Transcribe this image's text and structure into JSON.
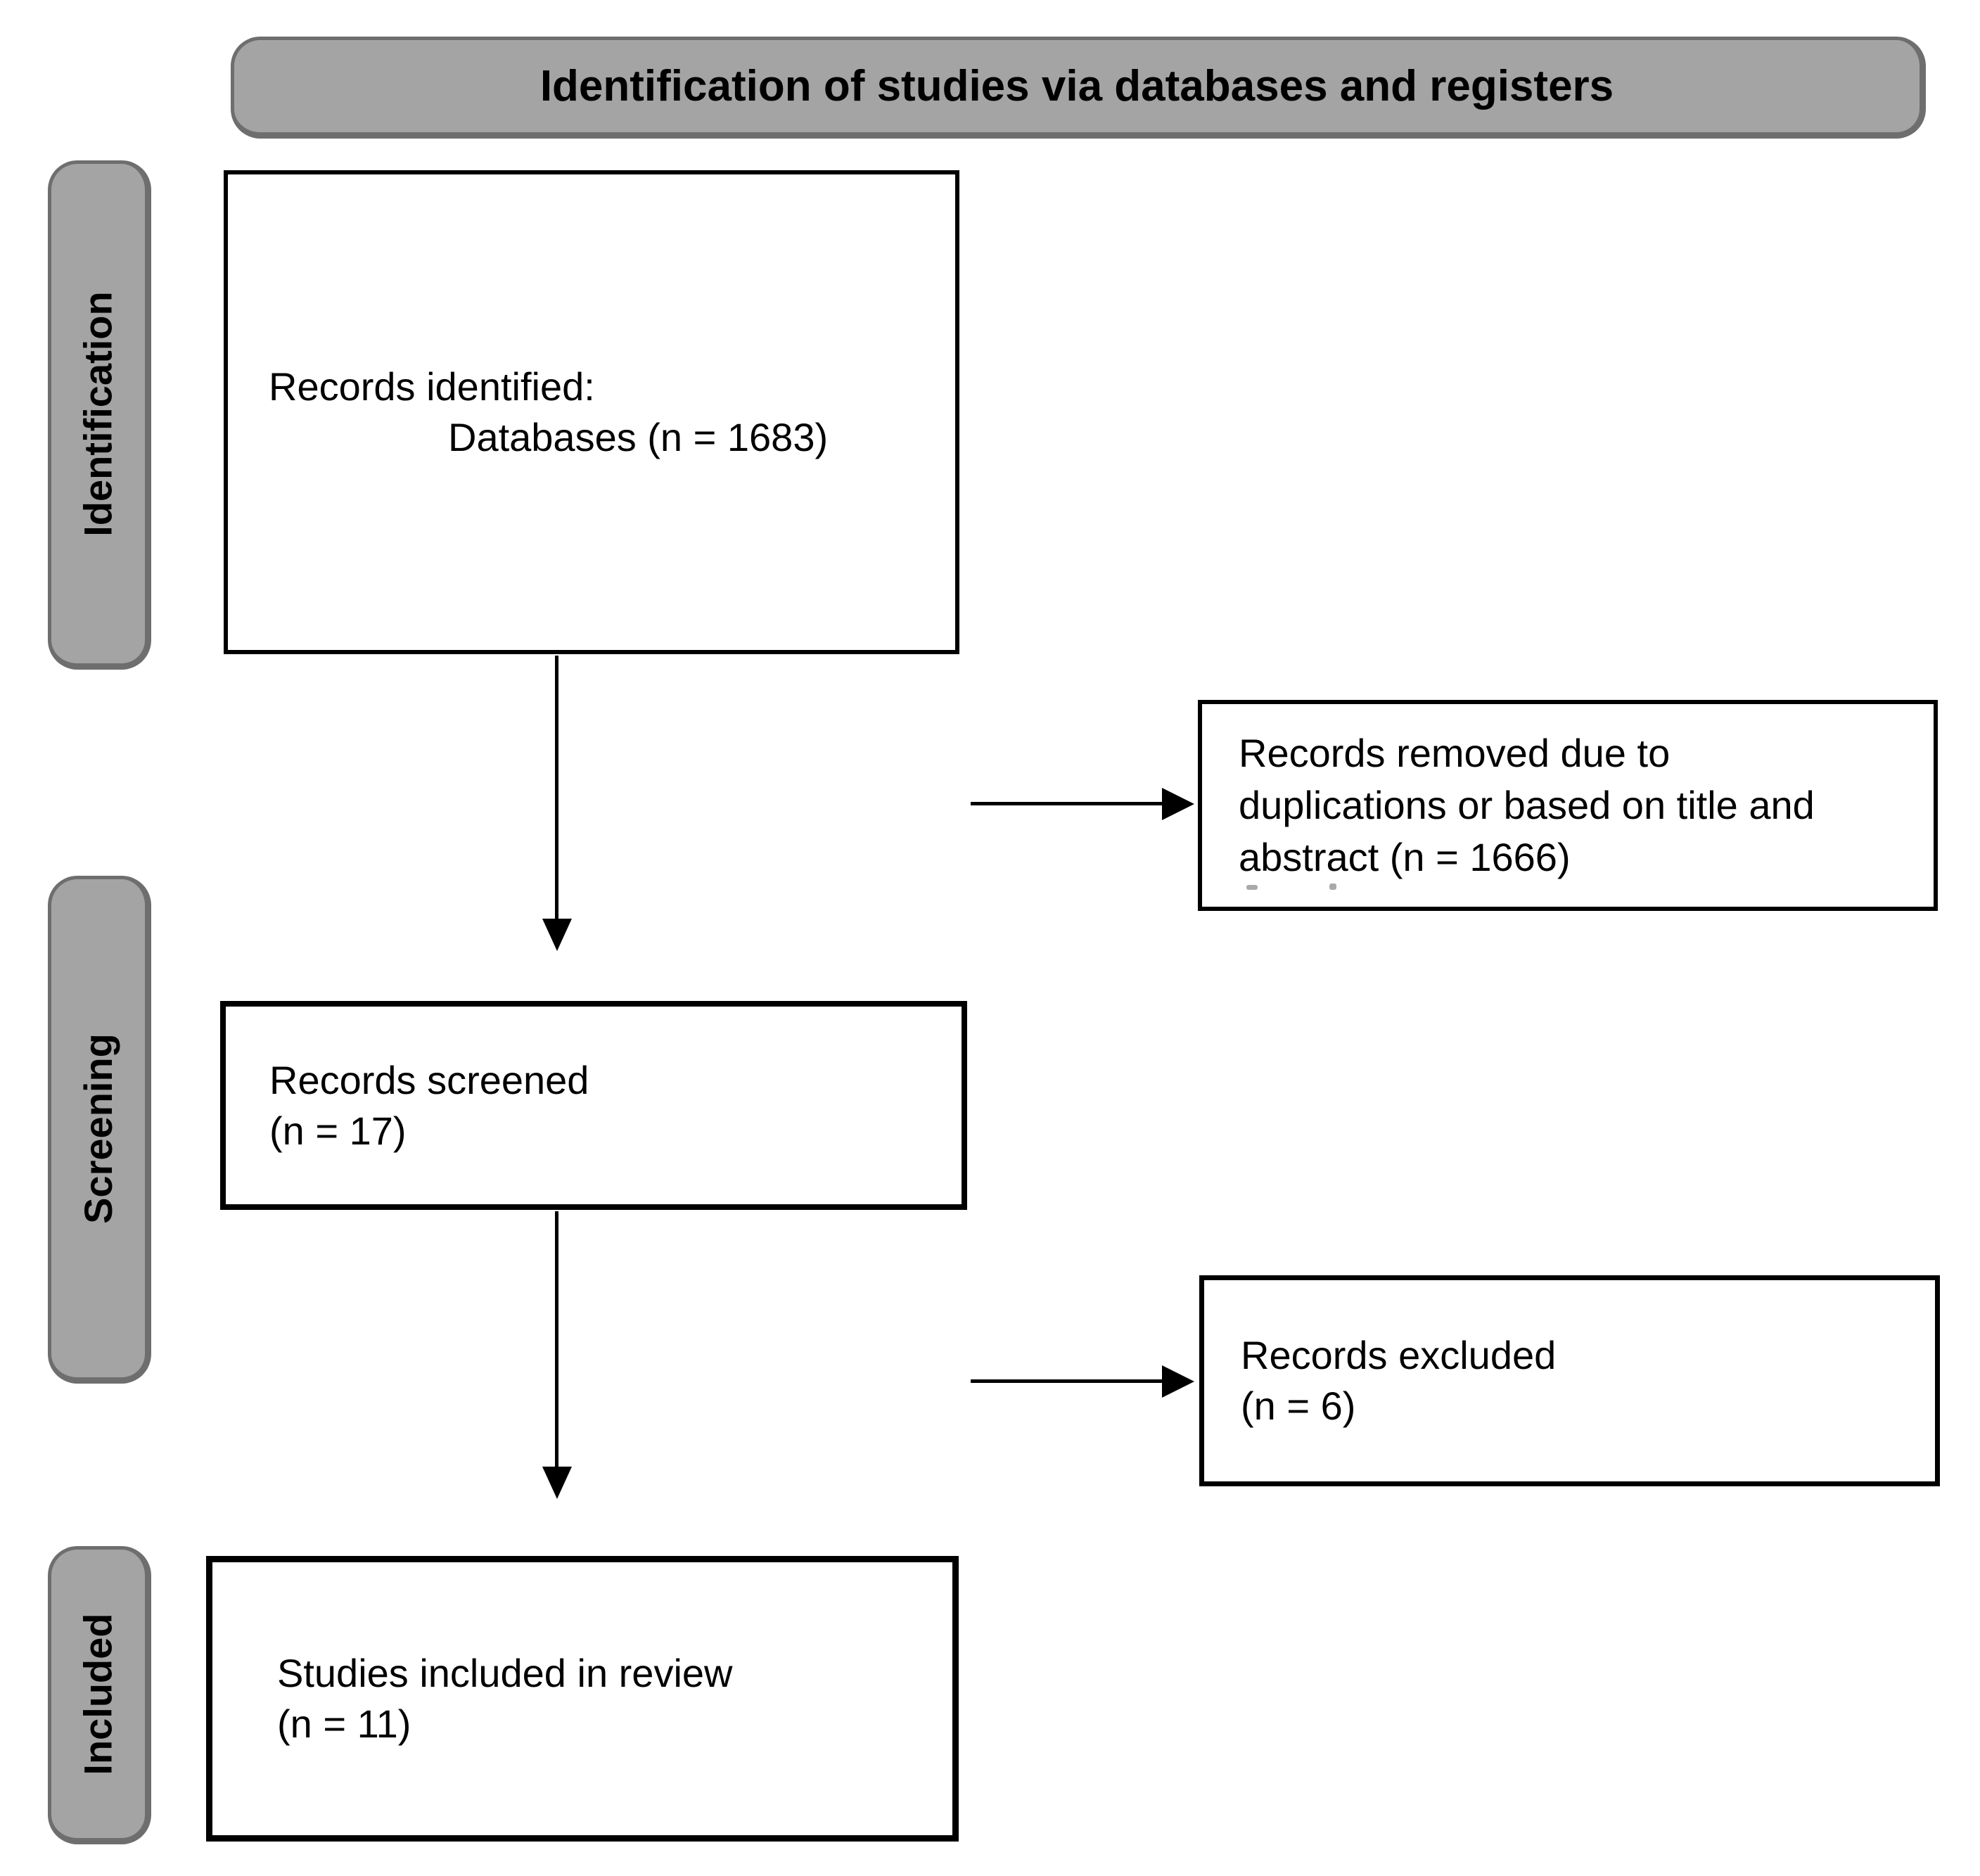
{
  "banner": {
    "title": "Identification of studies via databases and registers"
  },
  "stage_rails": [
    {
      "label": "Identification"
    },
    {
      "label": "Screening"
    },
    {
      "label": "Included"
    }
  ],
  "boxes": {
    "identified": {
      "lines": [
        "Records identified:",
        "Databases (n = 1683)"
      ]
    },
    "removed": {
      "lines": [
        "Records removed due to",
        "duplications or based on title and",
        "abstract (n = 1666)"
      ]
    },
    "screened": {
      "lines": [
        "Records screened",
        "(n = 17)"
      ]
    },
    "excluded": {
      "lines": [
        "Records excluded",
        "(n = 6)"
      ]
    },
    "included": {
      "lines": [
        "Studies included in review",
        "(n = 11)"
      ]
    }
  },
  "colors": {
    "rail_fill": "#a4a4a4",
    "rail_border": "#6e6e6e",
    "box_fill": "#ffffff",
    "box_border": "#000000",
    "arrow": "#000000",
    "text": "#000000"
  }
}
